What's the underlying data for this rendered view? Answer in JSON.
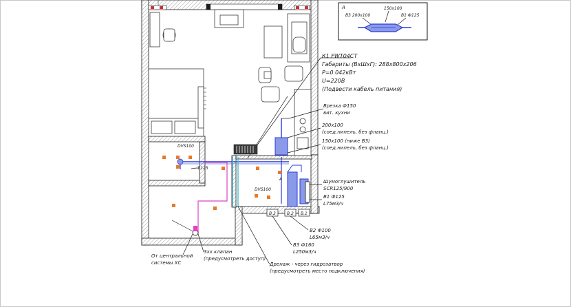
{
  "detail": {
    "letter": "А",
    "b3": "В3 200х100",
    "size": "150х100",
    "b1": "В1 Ф125"
  },
  "unit": {
    "line1": "К1 FWT04CT",
    "line2": "Габариты (ВхШхГ): 288х800х206",
    "line3": "Р=0.042кВт",
    "line4": "U=220В",
    "line5": "(Подвести кабель питания)"
  },
  "callouts": {
    "kitchen1": "Врезка Ф150",
    "kitchen2": "вит. кухни",
    "duct200_1": "200х100",
    "duct200_2": "(соед.нипель, без фланц.)",
    "duct150_1": "150х100 (ниже В3)",
    "duct150_2": "(соед.нипель, без фланц.)",
    "silencer1": "Шумоглушитель",
    "silencer2": "SCR125/900",
    "b1_1": "В1 Ф125",
    "b1_2": "L75м3/ч",
    "b2_1": "В2 Ф100",
    "b2_2": "L65м3/ч",
    "b3_1": "В3 Ф160",
    "b3_2": "L250м3/ч",
    "drain1": "Дренаж - через гидрозатвор",
    "drain2": "(предусмотреть место подключения)",
    "valve1": "3хх клапан",
    "valve2": "(предусмотреть доступ)",
    "central1": "От центральной",
    "central2": "системы ХС"
  },
  "plan": {
    "dvs_top": "DVS100",
    "dia125": "Ф125",
    "dvs_mid": "DVS100",
    "arrow_a": "А",
    "tag_b3": "В.3",
    "tag_b2": "В.2",
    "tag_b1": "В.1"
  },
  "colors": {
    "supply": "#2a3bd8",
    "exhaust": "#5a6ad8",
    "cold_water": "#39b7c9",
    "condensate": "#e040c8",
    "vent_fill": "#8a9ae8",
    "diffuser": "#e87a2a",
    "window": "#d03030"
  }
}
